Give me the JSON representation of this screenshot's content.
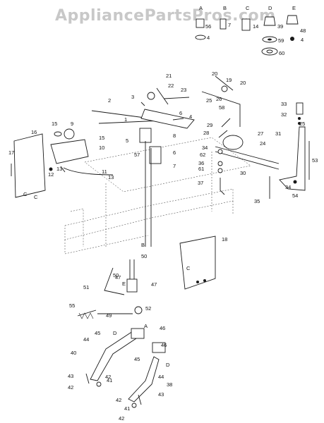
{
  "watermark": "AppliancePartsPros.com",
  "legend": [
    {
      "letter": "A",
      "numbers": [
        "56",
        "4"
      ]
    },
    {
      "letter": "B",
      "numbers": [
        "7"
      ]
    },
    {
      "letter": "C",
      "numbers": [
        "14"
      ]
    },
    {
      "letter": "D",
      "numbers": [
        "39",
        "59",
        "60"
      ]
    },
    {
      "letter": "E",
      "numbers": [
        "48",
        "4"
      ]
    }
  ],
  "callouts": [
    "1",
    "2",
    "3",
    "4",
    "5",
    "6",
    "7",
    "8",
    "9",
    "10",
    "11",
    "12",
    "13",
    "14",
    "15",
    "16",
    "17",
    "18",
    "19",
    "20",
    "21",
    "22",
    "23",
    "24",
    "25",
    "26",
    "27",
    "28",
    "29",
    "30",
    "31",
    "32",
    "33",
    "34",
    "35",
    "36",
    "37",
    "38",
    "40",
    "41",
    "42",
    "43",
    "44",
    "45",
    "46",
    "47",
    "49",
    "50",
    "51",
    "52",
    "53",
    "54",
    "55",
    "57",
    "58",
    "61",
    "62",
    "A",
    "B",
    "C",
    "D",
    "E"
  ]
}
